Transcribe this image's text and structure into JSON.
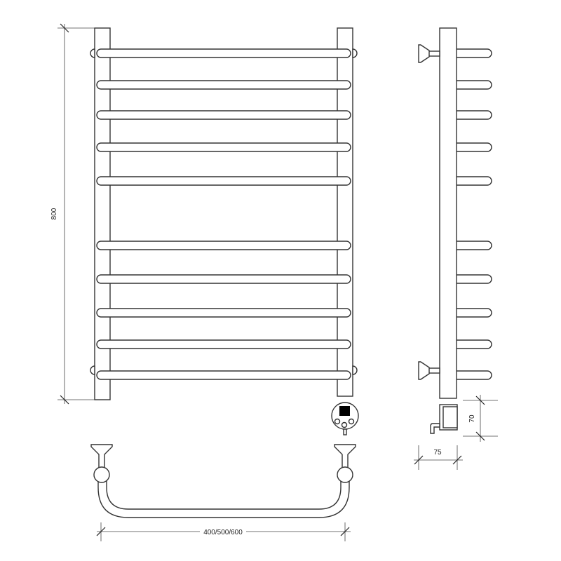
{
  "dimensions": {
    "height": "800",
    "width": "400/500/600",
    "thermostat_height": "70",
    "depth": "75"
  },
  "colors": {
    "line": "#333333",
    "display": "#000000"
  }
}
